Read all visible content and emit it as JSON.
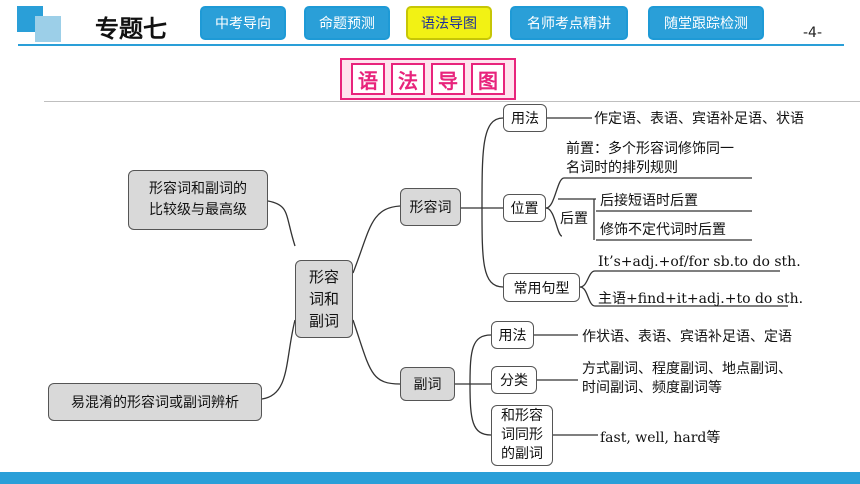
{
  "header": {
    "chapter_title": "专题七",
    "page_number": "-4-",
    "tabs": [
      {
        "label": "中考导向",
        "active": false
      },
      {
        "label": "命题预测",
        "active": false
      },
      {
        "label": "语法导图",
        "active": true
      },
      {
        "label": "名师考点精讲",
        "active": false
      },
      {
        "label": "随堂跟踪检测",
        "active": false
      }
    ]
  },
  "banner": {
    "chars": [
      "语",
      "法",
      "导",
      "图"
    ]
  },
  "mindmap": {
    "center": "形容\n词和\n副词",
    "left": {
      "comparison": "形容词和副词的\n比较级与最高级",
      "confusion": "易混淆的形容词或副词辨析"
    },
    "adjective": {
      "label": "形容词",
      "usage": {
        "label": "用法",
        "text": "作定语、表语、宾语补足语、状语"
      },
      "position": {
        "label": "位置",
        "front": "前置：多个形容词修饰同一\n名词时的排列规则",
        "back_label": "后置",
        "back_1": "后接短语时后置",
        "back_2": "修饰不定代词时后置"
      },
      "patterns": {
        "label": "常用句型",
        "p1": "It’s+adj.+of/for sb.to do sth.",
        "p2": "主语+find+it+adj.+to do sth."
      }
    },
    "adverb": {
      "label": "副词",
      "usage": {
        "label": "用法",
        "text": "作状语、表语、宾语补足语、定语"
      },
      "types": {
        "label": "分类",
        "text": "方式副词、程度副词、地点副词、\n时间副词、频度副词等"
      },
      "same_form": {
        "label": "和形容\n词同形\n的副词",
        "text": "fast, well, hard等"
      }
    }
  },
  "colors": {
    "accent": "#2a9fd8",
    "tab_active": "#f2f214",
    "banner": "#e8247c",
    "node_gray": "#d9d9d9"
  }
}
